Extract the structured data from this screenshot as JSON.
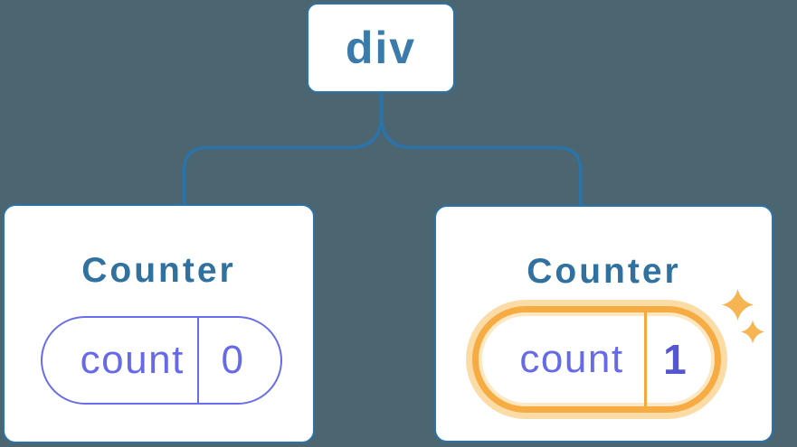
{
  "tree": {
    "root": {
      "label": "div"
    },
    "children": [
      {
        "title": "Counter",
        "state_key": "count",
        "state_value": "0",
        "highlighted": false
      },
      {
        "title": "Counter",
        "state_key": "count",
        "state_value": "1",
        "highlighted": true
      }
    ]
  },
  "icons": {
    "sparkle": "sparkle-icon"
  },
  "colors": {
    "background": "#4C6671",
    "connector_blue": "#2B73A8",
    "node_label_blue": "#3A7BAB",
    "title_blue": "#30719F",
    "state_purple": "#666AE8",
    "state_value_bold_purple": "#5457CF",
    "highlight_orange": "#F6AC43",
    "highlight_halo": "#FBDCA6",
    "sparkle_orange": "#F7B453",
    "card_background": "#FFFFFF"
  }
}
